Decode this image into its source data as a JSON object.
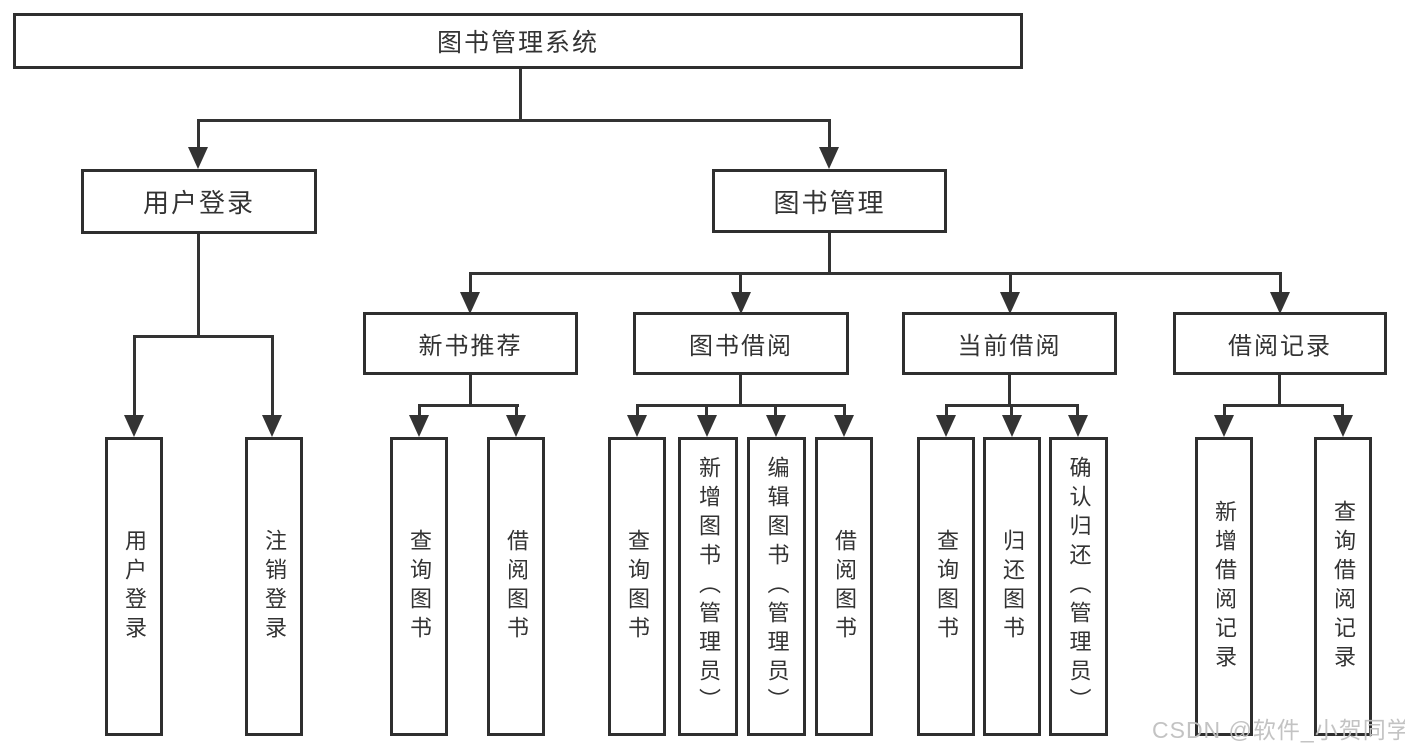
{
  "diagram": {
    "title": "图书管理系统",
    "root": {
      "label": "图书管理系统"
    },
    "level1": {
      "user_login": {
        "label": "用户登录"
      },
      "book_mgmt": {
        "label": "图书管理"
      }
    },
    "level2": {
      "new_books": {
        "label": "新书推荐"
      },
      "book_borrow": {
        "label": "图书借阅"
      },
      "current_borrow": {
        "label": "当前借阅"
      },
      "borrow_records": {
        "label": "借阅记录"
      }
    },
    "leaves": {
      "user_login_login": {
        "label": "用户登录"
      },
      "user_login_logout": {
        "label": "注销登录"
      },
      "new_books_query": {
        "label": "查询图书"
      },
      "new_books_borrow": {
        "label": "借阅图书"
      },
      "book_borrow_query": {
        "label": "查询图书"
      },
      "book_borrow_add": {
        "label": "新增图书（管理员）"
      },
      "book_borrow_edit": {
        "label": "编辑图书（管理员）"
      },
      "book_borrow_borrow": {
        "label": "借阅图书"
      },
      "current_borrow_query": {
        "label": "查询图书"
      },
      "current_borrow_return": {
        "label": "归还图书"
      },
      "current_borrow_confirm": {
        "label": "确认归还（管理员）"
      },
      "borrow_records_add": {
        "label": "新增借阅记录"
      },
      "borrow_records_query": {
        "label": "查询借阅记录"
      }
    },
    "colors": {
      "line": "#333333",
      "border": "#2f2f2f",
      "text": "#333333",
      "background": "#ffffff",
      "watermark": "#c0c0c0"
    }
  },
  "watermark": {
    "text": "CSDN @软件_小贺同学"
  }
}
